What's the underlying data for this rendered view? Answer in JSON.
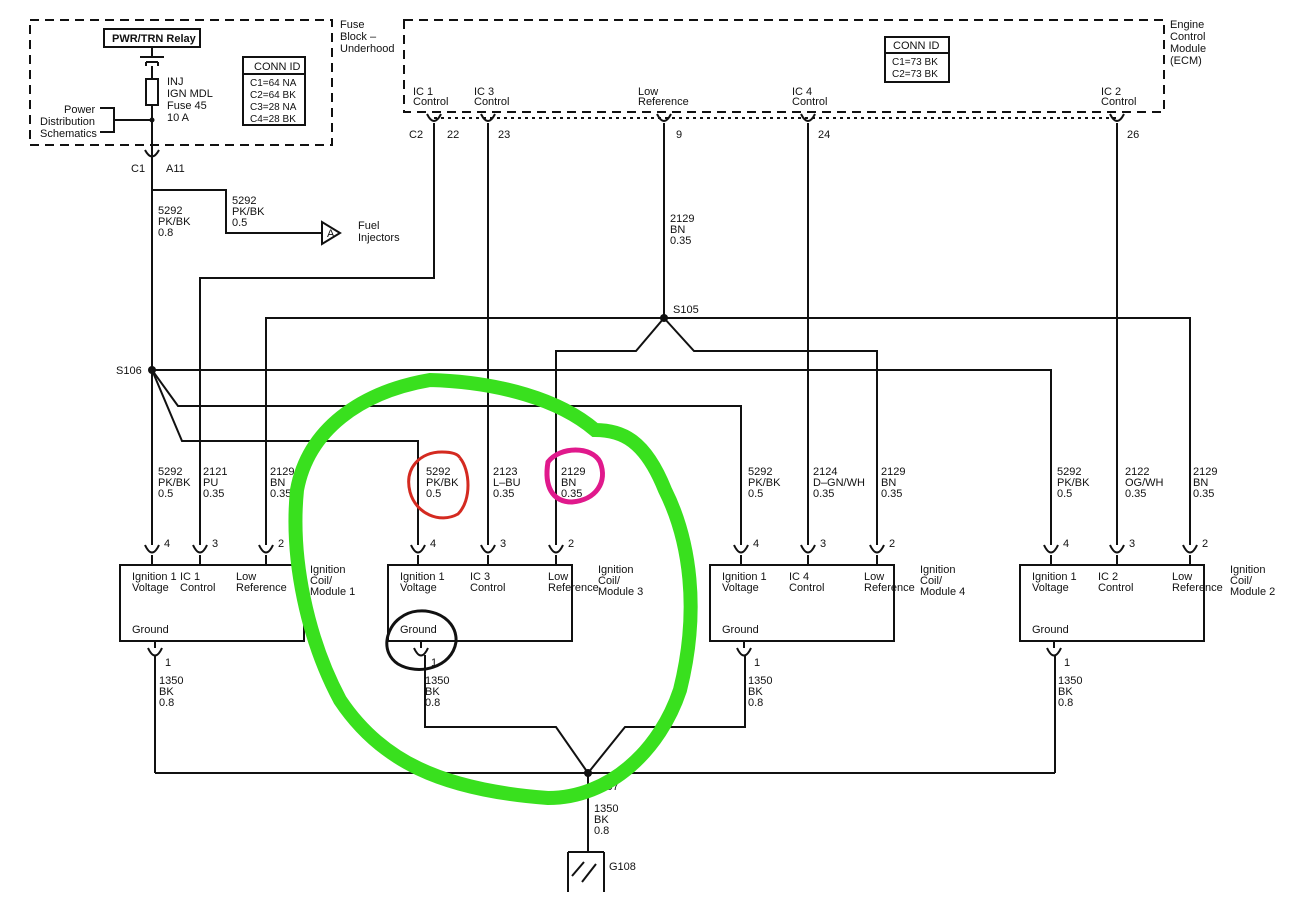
{
  "fuse_block": {
    "title": [
      "Fuse",
      "Block –",
      "Underhood"
    ],
    "relay": "PWR/TRN Relay",
    "conn_id_title": "CONN ID",
    "conn_ids": [
      "C1=64 NA",
      "C2=64 BK",
      "C3=28 NA",
      "C4=28 BK"
    ],
    "fuse": [
      "INJ",
      "IGN MDL",
      "Fuse 45",
      "10 A"
    ],
    "power_ref": [
      "Power",
      "Distribution",
      "Schematics"
    ],
    "conn_c1": "C1",
    "pin_a11": "A11"
  },
  "ecm": {
    "title": [
      "Engine",
      "Control",
      "Module",
      "(ECM)"
    ],
    "conn_id_title": "CONN ID",
    "conn_ids": [
      "C1=73 BK",
      "C2=73 BK"
    ],
    "conn_c2": "C2",
    "pins": [
      {
        "name": [
          "IC 1",
          "Control"
        ],
        "pin": "22"
      },
      {
        "name": [
          "IC 3",
          "Control"
        ],
        "pin": "23"
      },
      {
        "name": [
          "Low",
          "Reference"
        ],
        "pin": "9"
      },
      {
        "name": [
          "IC 4",
          "Control"
        ],
        "pin": "24"
      },
      {
        "name": [
          "IC 2",
          "Control"
        ],
        "pin": "26"
      }
    ]
  },
  "fuel_branch": {
    "wire": [
      "5292",
      "PK/BK",
      "0.5"
    ],
    "connector": "A",
    "dest": [
      "Fuel",
      "Injectors"
    ]
  },
  "feed_wire": [
    "5292",
    "PK/BK",
    "0.8"
  ],
  "low_ref_wire": [
    "2129",
    "BN",
    "0.35"
  ],
  "splices": {
    "s105": "S105",
    "s106": "S106",
    "s107": "S107",
    "g108": "G108"
  },
  "coils": [
    {
      "name": [
        "Ignition",
        "Coil/",
        "Module 1"
      ],
      "pins": [
        [
          "Ignition 1",
          "Voltage"
        ],
        [
          "IC 1",
          "Control"
        ],
        [
          "Low",
          "Reference"
        ]
      ],
      "pin_nums": [
        "4",
        "3",
        "2"
      ],
      "wires": [
        [
          "5292",
          "PK/BK",
          "0.5"
        ],
        [
          "2121",
          "PU",
          "0.35"
        ],
        [
          "2129",
          "BN",
          "0.35"
        ]
      ],
      "ground": "Ground",
      "gnd_pin": "1",
      "gnd_wire": [
        "1350",
        "BK",
        "0.8"
      ]
    },
    {
      "name": [
        "Ignition",
        "Coil/",
        "Module 3"
      ],
      "pins": [
        [
          "Ignition 1",
          "Voltage"
        ],
        [
          "IC 3",
          "Control"
        ],
        [
          "Low",
          "Reference"
        ]
      ],
      "pin_nums": [
        "4",
        "3",
        "2"
      ],
      "wires": [
        [
          "5292",
          "PK/BK",
          "0.5"
        ],
        [
          "2123",
          "L–BU",
          "0.35"
        ],
        [
          "2129",
          "BN",
          "0.35"
        ]
      ],
      "ground": "Ground",
      "gnd_pin": "1",
      "gnd_wire": [
        "1350",
        "BK",
        "0.8"
      ]
    },
    {
      "name": [
        "Ignition",
        "Coil/",
        "Module 4"
      ],
      "pins": [
        [
          "Ignition 1",
          "Voltage"
        ],
        [
          "IC 4",
          "Control"
        ],
        [
          "Low",
          "Reference"
        ]
      ],
      "pin_nums": [
        "4",
        "3",
        "2"
      ],
      "wires": [
        [
          "5292",
          "PK/BK",
          "0.5"
        ],
        [
          "2124",
          "D–GN/WH",
          "0.35"
        ],
        [
          "2129",
          "BN",
          "0.35"
        ]
      ],
      "ground": "Ground",
      "gnd_pin": "1",
      "gnd_wire": [
        "1350",
        "BK",
        "0.8"
      ]
    },
    {
      "name": [
        "Ignition",
        "Coil/",
        "Module 2"
      ],
      "pins": [
        [
          "Ignition 1",
          "Voltage"
        ],
        [
          "IC 2",
          "Control"
        ],
        [
          "Low",
          "Reference"
        ]
      ],
      "pin_nums": [
        "4",
        "3",
        "2"
      ],
      "wires": [
        [
          "5292",
          "PK/BK",
          "0.5"
        ],
        [
          "2122",
          "OG/WH",
          "0.35"
        ],
        [
          "2129",
          "BN",
          "0.35"
        ]
      ],
      "ground": "Ground",
      "gnd_pin": "1",
      "gnd_wire": [
        "1350",
        "BK",
        "0.8"
      ]
    }
  ],
  "ground_main_wire": [
    "1350",
    "BK",
    "0.8"
  ],
  "annotations": {
    "green": "#39e01e",
    "red": "#d42a20",
    "magenta": "#e0198c",
    "black": "#111111"
  }
}
